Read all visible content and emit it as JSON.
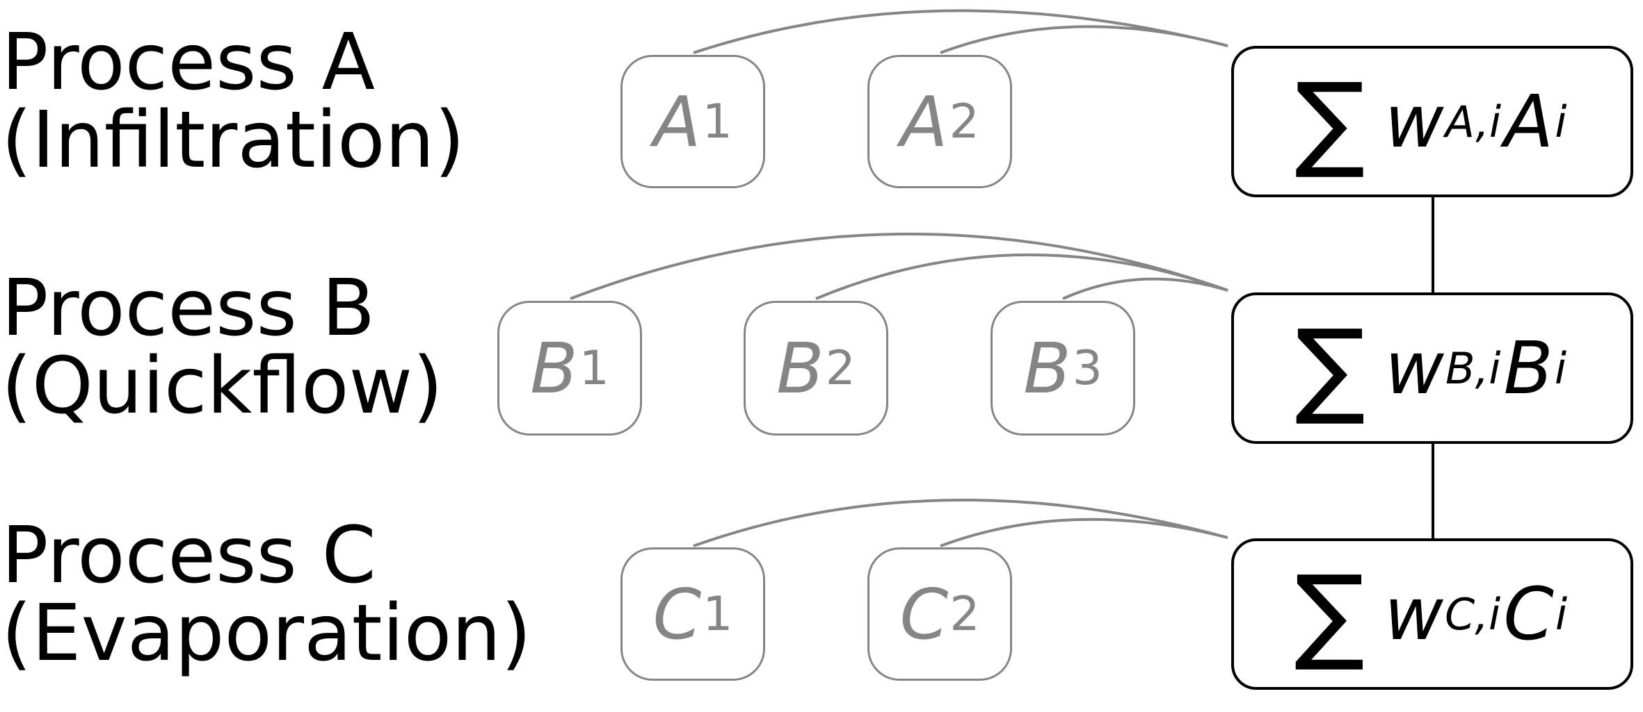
{
  "colors": {
    "component_stroke": "#858585",
    "component_text": "#858585",
    "sum_stroke": "#000000",
    "label_text": "#000000"
  },
  "processes": [
    {
      "title": "Process A",
      "subtitle": "(Infiltration)",
      "components": [
        {
          "letter": "A",
          "index": "1"
        },
        {
          "letter": "A",
          "index": "2"
        }
      ],
      "sum": {
        "sigma": "∑",
        "w": "w",
        "sub": "A,i",
        "var": "A",
        "var_sub": "i"
      }
    },
    {
      "title": "Process B",
      "subtitle": "(Quickflow)",
      "components": [
        {
          "letter": "B",
          "index": "1"
        },
        {
          "letter": "B",
          "index": "2"
        },
        {
          "letter": "B",
          "index": "3"
        }
      ],
      "sum": {
        "sigma": "∑",
        "w": "w",
        "sub": "B,i",
        "var": "B",
        "var_sub": "i"
      }
    },
    {
      "title": "Process C",
      "subtitle": "(Evaporation)",
      "components": [
        {
          "letter": "C",
          "index": "1"
        },
        {
          "letter": "C",
          "index": "2"
        }
      ],
      "sum": {
        "sigma": "∑",
        "w": "w",
        "sub": "C,i",
        "var": "C",
        "var_sub": "i"
      }
    }
  ]
}
